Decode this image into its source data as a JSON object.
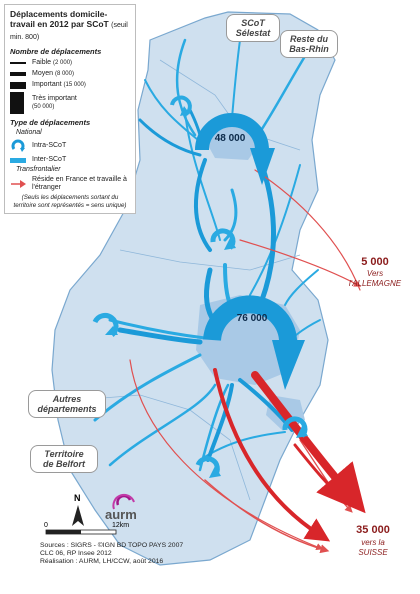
{
  "legend": {
    "title": "Déplacements domicile-travail en 2012 par SCoT",
    "title_note": "(seuil min. 800)",
    "count_heading": "Nombre de déplacements",
    "faible": "Faible",
    "faible_n": "(2 000)",
    "moyen": "Moyen",
    "moyen_n": "(8 000)",
    "important": "Important",
    "important_n": "(15 000)",
    "tres_important": "Très important",
    "tres_important_n": "(50 000)",
    "type_heading": "Type de déplacements",
    "national": "National",
    "intra": "Intra-SCoT",
    "inter": "Inter-SCoT",
    "transfrontalier": "Transfrontalier",
    "cross_border": "Réside en France et travaille à l'étranger",
    "note": "(Seuls les déplacements sortant du territoire sont représentés = sens unique)"
  },
  "places": {
    "selestat_1": "SCoT",
    "selestat_2": "Sélestat",
    "reste_1": "Reste du",
    "reste_2": "Bas-Rhin",
    "autres_1": "Autres",
    "autres_2": "départements",
    "belfort_1": "Territoire",
    "belfort_2": "de Belfort"
  },
  "flows": {
    "colmar": "48 000",
    "mulhouse": "76 000"
  },
  "external": {
    "allemagne_value": "5 000",
    "allemagne_label_1": "Vers",
    "allemagne_label_2": "l'ALLEMAGNE",
    "suisse_value": "35 000",
    "suisse_label_1": "vers la",
    "suisse_label_2": "SUISSE"
  },
  "scale": {
    "zero": "0",
    "km": "12km"
  },
  "north": "N",
  "logo": "aurm",
  "source": {
    "line1": "Sources : SIGRS - ©IGN BD TOPO PAYS 2007",
    "line2": "CLC 06, RP Insee 2012",
    "line3": "Réalisation : AURM, LH/CCW,  août 2016"
  },
  "colors": {
    "region": "#cfe0ef",
    "urban": "#a9c9e6",
    "intra": "#1b9ad8",
    "inter": "#2aaae2",
    "cross_border": "#d8262a"
  }
}
